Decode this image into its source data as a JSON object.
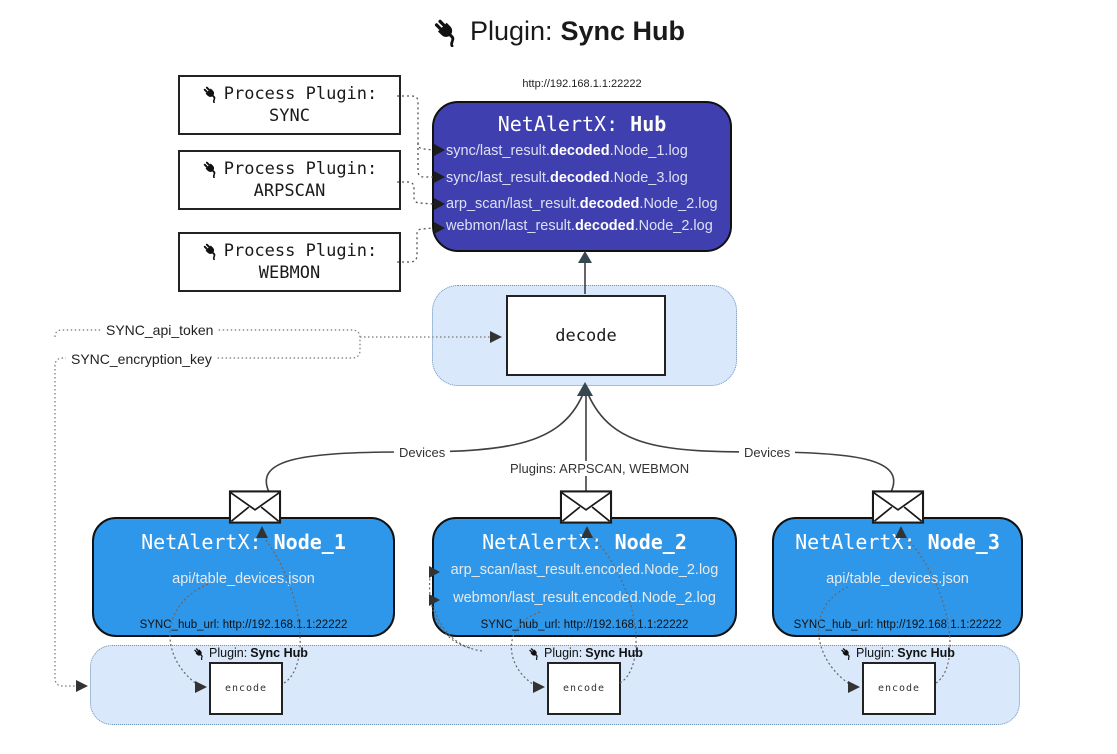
{
  "title": {
    "prefix": "Plugin:",
    "name": "Sync Hub"
  },
  "hub": {
    "url": "http://192.168.1.1:22222",
    "name_prefix": "NetAlertX:",
    "name": "Hub",
    "files": [
      {
        "pre": "sync/last_result.",
        "bold": "decoded",
        "post": ".Node_1.log"
      },
      {
        "pre": "sync/last_result.",
        "bold": "decoded",
        "post": ".Node_3.log"
      },
      {
        "pre": "arp_scan/last_result.",
        "bold": "decoded",
        "post": ".Node_2.log"
      },
      {
        "pre": "webmon/last_result.",
        "bold": "decoded",
        "post": ".Node_2.log"
      }
    ]
  },
  "process_plugins": [
    {
      "label": "Process Plugin:",
      "name": "SYNC"
    },
    {
      "label": "Process Plugin:",
      "name": "ARPSCAN"
    },
    {
      "label": "Process Plugin:",
      "name": "WEBMON"
    }
  ],
  "decode_box": {
    "label": "decode"
  },
  "config": {
    "api_token_label": "SYNC_api_token",
    "encryption_key_label": "SYNC_encryption_key"
  },
  "edge_labels": {
    "left": "Devices",
    "center": "Plugins: ARPSCAN, WEBMON",
    "right": "Devices"
  },
  "nodes": [
    {
      "name_prefix": "NetAlertX:",
      "name": "Node_1",
      "files": [
        "api/table_devices.json"
      ],
      "hub_url": "SYNC_hub_url: http://192.168.1.1:22222"
    },
    {
      "name_prefix": "NetAlertX:",
      "name": "Node_2",
      "files": [
        "arp_scan/last_result.encoded.Node_2.log",
        "webmon/last_result.encoded.Node_2.log"
      ],
      "hub_url": "SYNC_hub_url: http://192.168.1.1:22222"
    },
    {
      "name_prefix": "NetAlertX:",
      "name": "Node_3",
      "files": [
        "api/table_devices.json"
      ],
      "hub_url": "SYNC_hub_url: http://192.168.1.1:22222"
    }
  ],
  "encode_band": {
    "sections": [
      {
        "plugin_prefix": "Plugin:",
        "plugin_name": "Sync Hub",
        "box_label": "encode"
      },
      {
        "plugin_prefix": "Plugin:",
        "plugin_name": "Sync Hub",
        "box_label": "encode"
      },
      {
        "plugin_prefix": "Plugin:",
        "plugin_name": "Sync Hub",
        "box_label": "encode"
      }
    ]
  },
  "colors": {
    "hub_fill": "#3f3fb0",
    "node_fill": "#2f97ea",
    "band_fill": "#d9e8fa",
    "band_border": "#6e94b8",
    "line": "#404040",
    "dotted_line": "#666666"
  }
}
